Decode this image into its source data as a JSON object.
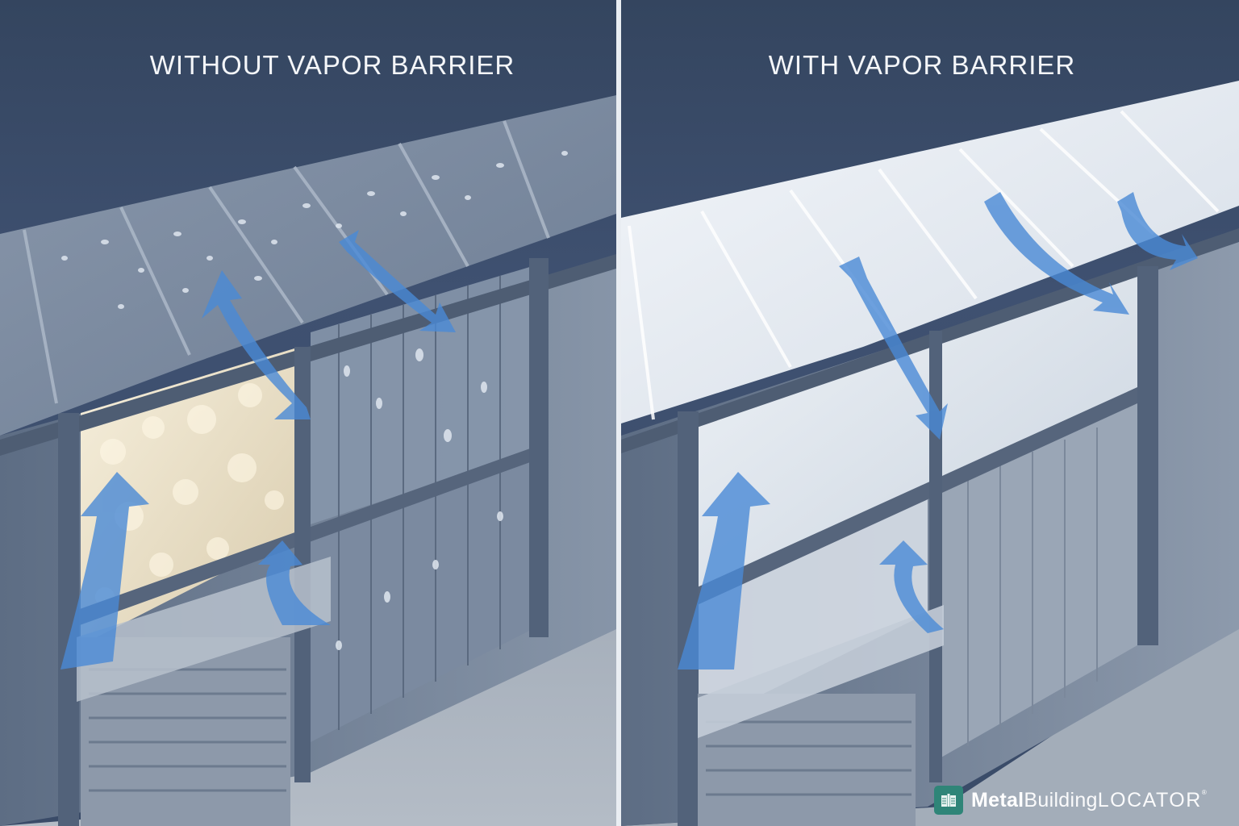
{
  "infographic": {
    "left_panel": {
      "title": "WITHOUT VAPOR BARRIER",
      "insulation": "exposed fiberglass insulation",
      "condition": "condensation droplets on roof and wall panels",
      "airflow_arrows": 4
    },
    "right_panel": {
      "title": "WITH VAPOR BARRIER",
      "insulation": "white vapor barrier facing over insulation",
      "condition": "dry roof and wall panels",
      "airflow_arrows": 5
    },
    "colors": {
      "background": "#3d4f6a",
      "divider": "#e9edf2",
      "title_text": "#f4f6f9",
      "arrow_blue": "#4a8ad6",
      "metal_frame": "#5f6f86",
      "floor": "#a3adb9",
      "insulation": "#efe6cf",
      "barrier": "#e6ebf1",
      "logo_badge": "#2f8578"
    }
  },
  "brand": {
    "logo_icon": "building-icon",
    "name_bold": "Metal",
    "name_mid": "Building",
    "name_light": "LOCATOR",
    "registered": "®"
  }
}
